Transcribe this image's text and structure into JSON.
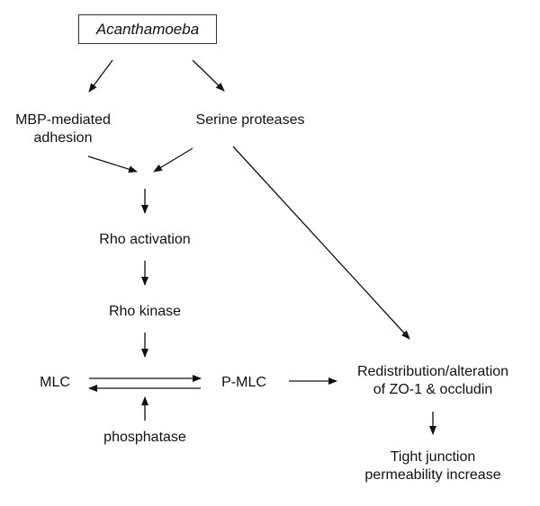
{
  "diagram": {
    "type": "signaling-pathway",
    "nodes": {
      "acanthamoeba": "Acanthamoeba",
      "mbp_line1": "MBP-mediated",
      "mbp_line2": "adhesion",
      "serine": "Serine proteases",
      "rho_activation": "Rho activation",
      "rho_kinase": "Rho kinase",
      "mlc": "MLC",
      "pmlc": "P-MLC",
      "phosphatase": "phosphatase",
      "redistribution_line1": "Redistribution/alteration",
      "redistribution_line2": "of ZO-1 & occludin",
      "tj_line1": "Tight junction",
      "tj_line2": "permeability increase"
    },
    "edges": [
      {
        "from": "Acanthamoeba",
        "to": "MBP-mediated adhesion"
      },
      {
        "from": "Acanthamoeba",
        "to": "Serine proteases"
      },
      {
        "from": "MBP-mediated adhesion",
        "to": "convergence"
      },
      {
        "from": "Serine proteases",
        "to": "convergence"
      },
      {
        "from": "convergence",
        "to": "Rho activation"
      },
      {
        "from": "Serine proteases",
        "to": "Redistribution/alteration of ZO-1 & occludin"
      },
      {
        "from": "Rho activation",
        "to": "Rho kinase"
      },
      {
        "from": "Rho kinase",
        "to": "MLC to P-MLC conversion"
      },
      {
        "from": "MLC",
        "to": "P-MLC"
      },
      {
        "from": "P-MLC",
        "to": "MLC"
      },
      {
        "from": "phosphatase",
        "to": "P-MLC to MLC conversion"
      },
      {
        "from": "P-MLC",
        "to": "Redistribution/alteration of ZO-1 & occludin"
      },
      {
        "from": "Redistribution/alteration of ZO-1 & occludin",
        "to": "Tight junction permeability increase"
      }
    ]
  }
}
